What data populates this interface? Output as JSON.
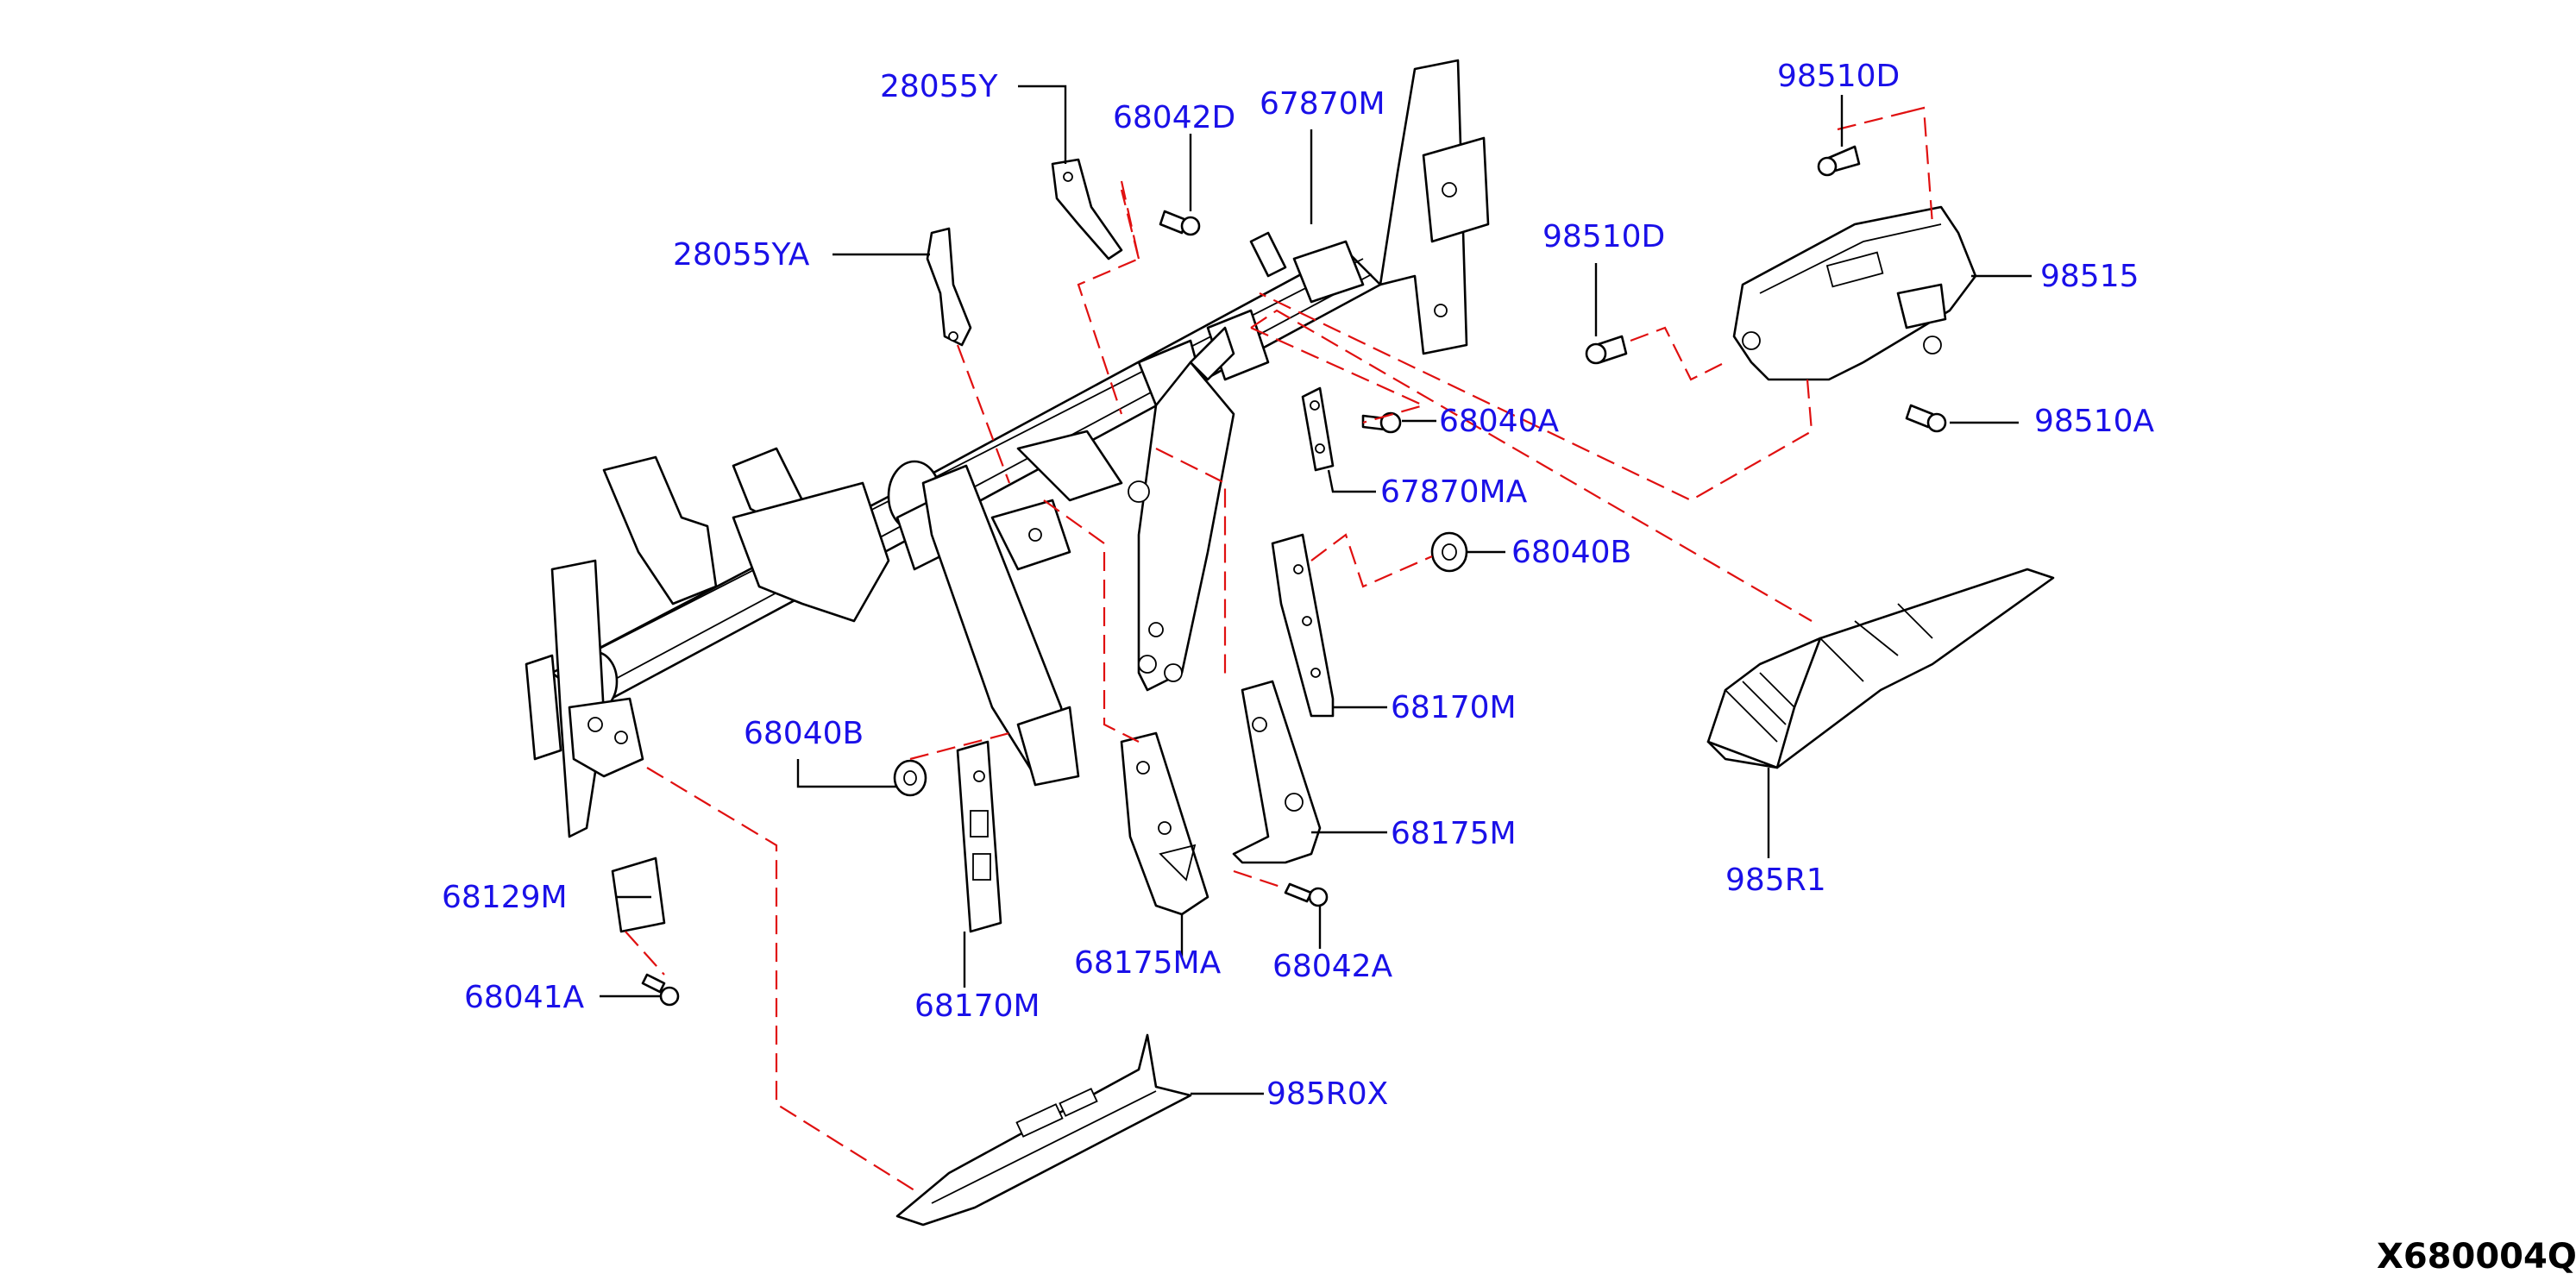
{
  "colors": {
    "label": "#1a10e8",
    "dashed_line": "#e01010",
    "part_outline": "#000000",
    "background": "#ffffff"
  },
  "diagram_code": "X680004Q",
  "labels": {
    "p28055Y": "28055Y",
    "p68042D": "68042D",
    "p67870M": "67870M",
    "p98510D_top": "98510D",
    "p28055YA": "28055YA",
    "p98510D_mid": "98510D",
    "p98515": "98515",
    "p68040A": "68040A",
    "p98510A": "98510A",
    "p67870MA": "67870MA",
    "p68040B_right": "68040B",
    "p68170M_right": "68170M",
    "p68040B_left": "68040B",
    "p68175M": "68175M",
    "p985R1": "985R1",
    "p68129M": "68129M",
    "p68175MA": "68175MA",
    "p68042A": "68042A",
    "p68041A": "68041A",
    "p68170M_left": "68170M",
    "p985R0X": "985R0X"
  }
}
